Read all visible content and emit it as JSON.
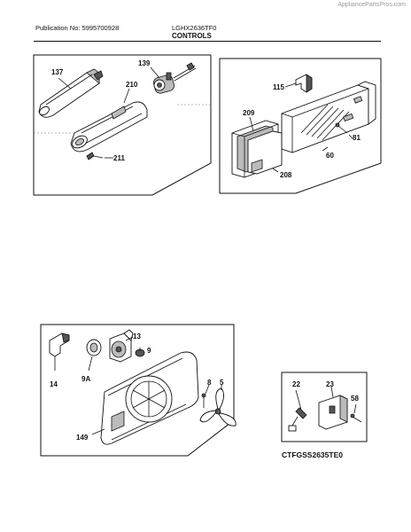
{
  "header": {
    "watermark": "AppliancePartsPros.com",
    "publication": "Publication No: 5995700928",
    "model": "LGHX2636TF0",
    "section": "CONTROLS"
  },
  "footer": {
    "model_note": "CTFGSS2635TE0"
  },
  "callouts": {
    "p137": "137",
    "p139": "139",
    "p210": "210",
    "p211": "211",
    "p115": "115",
    "p209": "209",
    "p81": "81",
    "p60": "60",
    "p208": "208",
    "p13": "13",
    "p9": "9",
    "p14": "14",
    "p9A": "9A",
    "p8": "8",
    "p5": "5",
    "p149": "149",
    "p22": "22",
    "p23": "23",
    "p58": "58"
  }
}
